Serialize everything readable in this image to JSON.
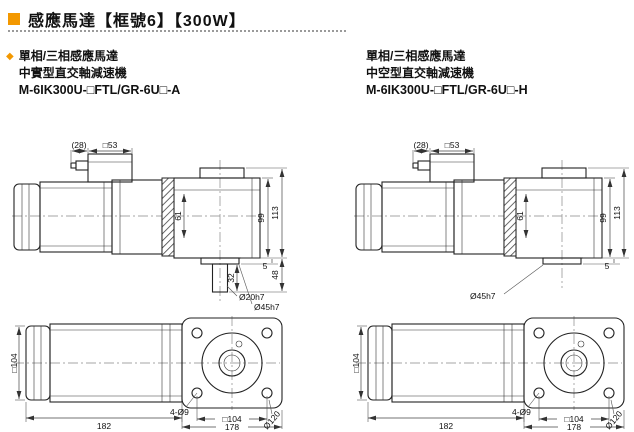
{
  "header": {
    "title": "感應馬達【框號6】【300W】"
  },
  "icons": {
    "diamond_bullet": "◆"
  },
  "products": {
    "left": {
      "phase": "單相/三相感應馬達",
      "type": "中實型直交軸減速機",
      "model": "M-6IK300U-□FTL/GR-6U□-A"
    },
    "right": {
      "phase": "單相/三相感應馬達",
      "type": "中空型直交軸減速機",
      "model": "M-6IK300U-□FTL/GR-6U□-H"
    }
  },
  "dims": {
    "left_side": {
      "gland_width": "(28)",
      "box_width": "□53",
      "height_total": "113",
      "height_gearcase": "99",
      "axis_height": "61",
      "shaft_len": "32",
      "boss_height": "5",
      "shaft_total": "48",
      "shaft_dia": "Ø20h7",
      "boss_dia": "Ø45h7"
    },
    "left_plan": {
      "motor_square": "□104",
      "motor_length": "182",
      "bolt_holes": "4-Ø9",
      "flange_square": "□104",
      "flange_width": "178",
      "bolt_circle": "Ø120"
    },
    "right_side": {
      "gland_width": "(28)",
      "box_width": "□53",
      "height_total": "113",
      "height_gearcase": "99",
      "axis_height": "61",
      "boss_height": "5",
      "boss_dia": "Ø45h7"
    },
    "right_plan": {
      "motor_square": "□104",
      "motor_length": "182",
      "bolt_holes": "4-Ø9",
      "flange_square": "□104",
      "flange_width": "178",
      "bolt_circle": "Ø120"
    }
  },
  "colors": {
    "accent": "#F39800",
    "line": "#222222"
  }
}
